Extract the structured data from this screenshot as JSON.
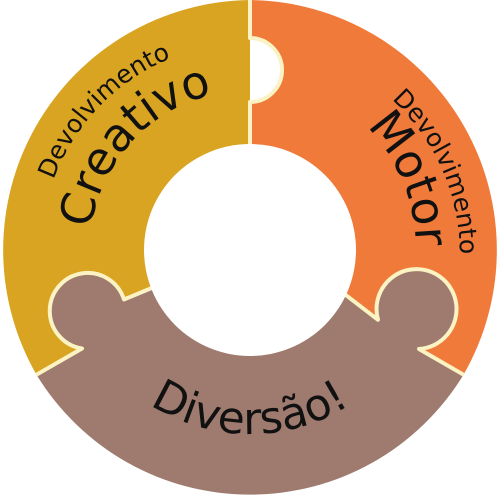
{
  "segments": [
    {
      "id": "creative",
      "line1": "Devolvimento",
      "line2": "Creativo",
      "color": "#D9A421"
    },
    {
      "id": "motor",
      "line1": "Devolvimento",
      "line2": "Motor",
      "color": "#F07A3A"
    },
    {
      "id": "fun",
      "line1": "Diversão!",
      "color": "#9E7B6E"
    }
  ],
  "colors": {
    "border": "#FBF3C4",
    "background": "#FFFFFF"
  }
}
